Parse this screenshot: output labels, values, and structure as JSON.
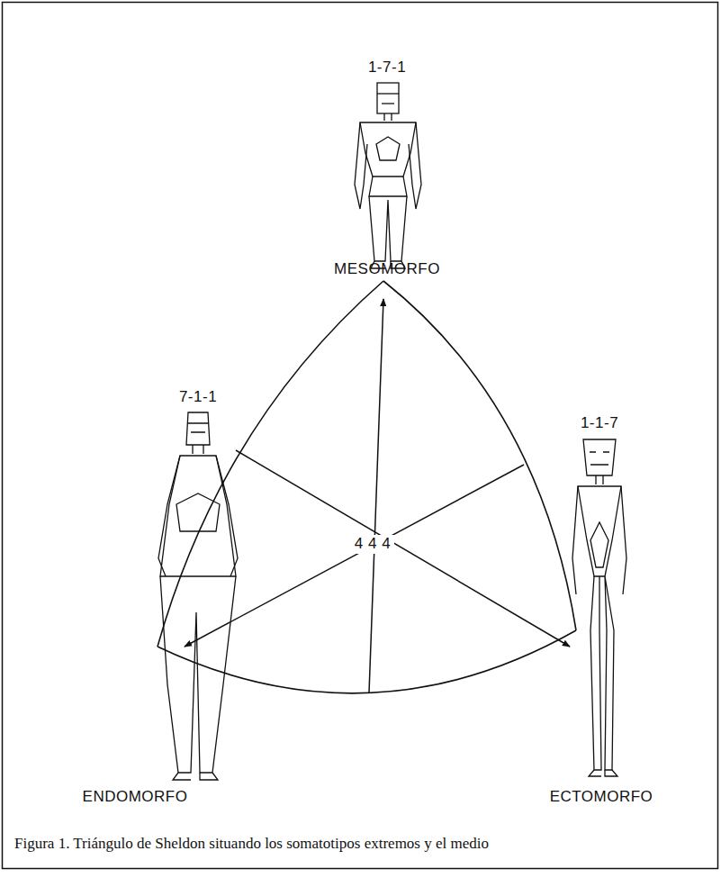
{
  "diagram": {
    "caption": "Figura 1. Triángulo de Sheldon situando los somatotipos extremos y el medio",
    "labels": [
      "1-7-1",
      "MESOMORFO",
      "7-1-1",
      "ENDOMORFO",
      "4 4 4",
      "1-1-7",
      "ECTOMORFO"
    ]
  }
}
